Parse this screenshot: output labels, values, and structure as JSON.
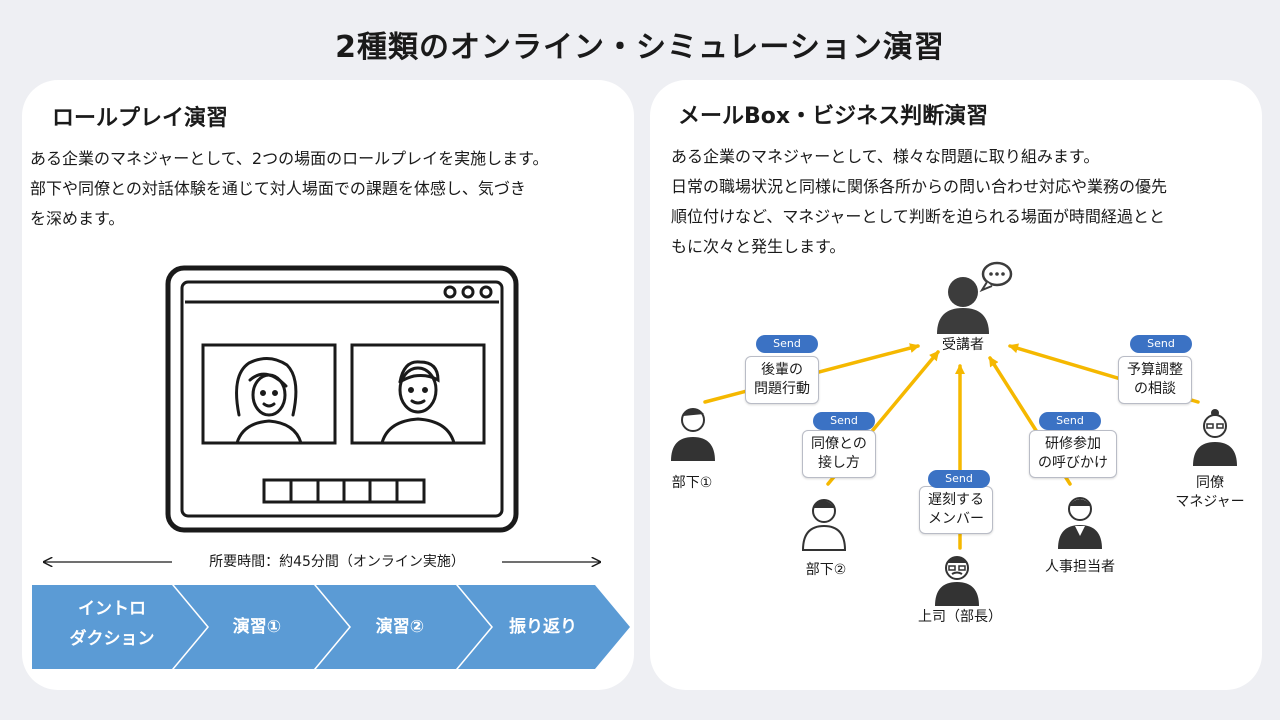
{
  "page": {
    "title": "2種類のオンライン・シミュレーション演習"
  },
  "left": {
    "heading": "ロールプレイ演習",
    "description": [
      "ある企業のマネジャーとして、2つの場面のロールプレイを実施します。",
      "部下や同僚との対話体験を通じて対人場面での課題を体感し、気づき",
      "を深めます。"
    ],
    "duration": "所要時間：約45分間（オンライン実施）",
    "steps": [
      {
        "line1": "イントロ",
        "line2": "ダクション"
      },
      {
        "line1": "演習①",
        "line2": ""
      },
      {
        "line1": "演習②",
        "line2": ""
      },
      {
        "line1": "振り返り",
        "line2": ""
      }
    ],
    "colors": {
      "step_fill": "#5b9bd5",
      "frame": "#1a1a1a"
    }
  },
  "right": {
    "heading": "メールBox・ビジネス判断演習",
    "description": [
      "ある企業のマネジャーとして、様々な問題に取り組みます。",
      "日常の職場状況と同様に関係各所からの問い合わせ対応や業務の優先",
      "順位付けなど、マネジャーとして判断を迫られる場面が時間経過とと",
      "もに次々と発生します。"
    ],
    "center": {
      "label": "受講者",
      "icon": "person-speech-icon"
    },
    "send_label": "Send",
    "nodes": [
      {
        "id": "subordinate1",
        "label": "部下①",
        "message": [
          "後輩の",
          "問題行動"
        ]
      },
      {
        "id": "subordinate2",
        "label": "部下②",
        "message": [
          "同僚との",
          "接し方"
        ]
      },
      {
        "id": "boss",
        "label": "上司（部長）",
        "message": [
          "遅刻する",
          "メンバー"
        ]
      },
      {
        "id": "hr",
        "label": "人事担当者",
        "message": [
          "研修参加",
          "の呼びかけ"
        ]
      },
      {
        "id": "peer",
        "label": "同僚\nマネジャー",
        "message": [
          "予算調整",
          "の相談"
        ]
      }
    ],
    "colors": {
      "arrow": "#f5b800",
      "badge": "#3b72c4",
      "person": "#333333"
    }
  }
}
